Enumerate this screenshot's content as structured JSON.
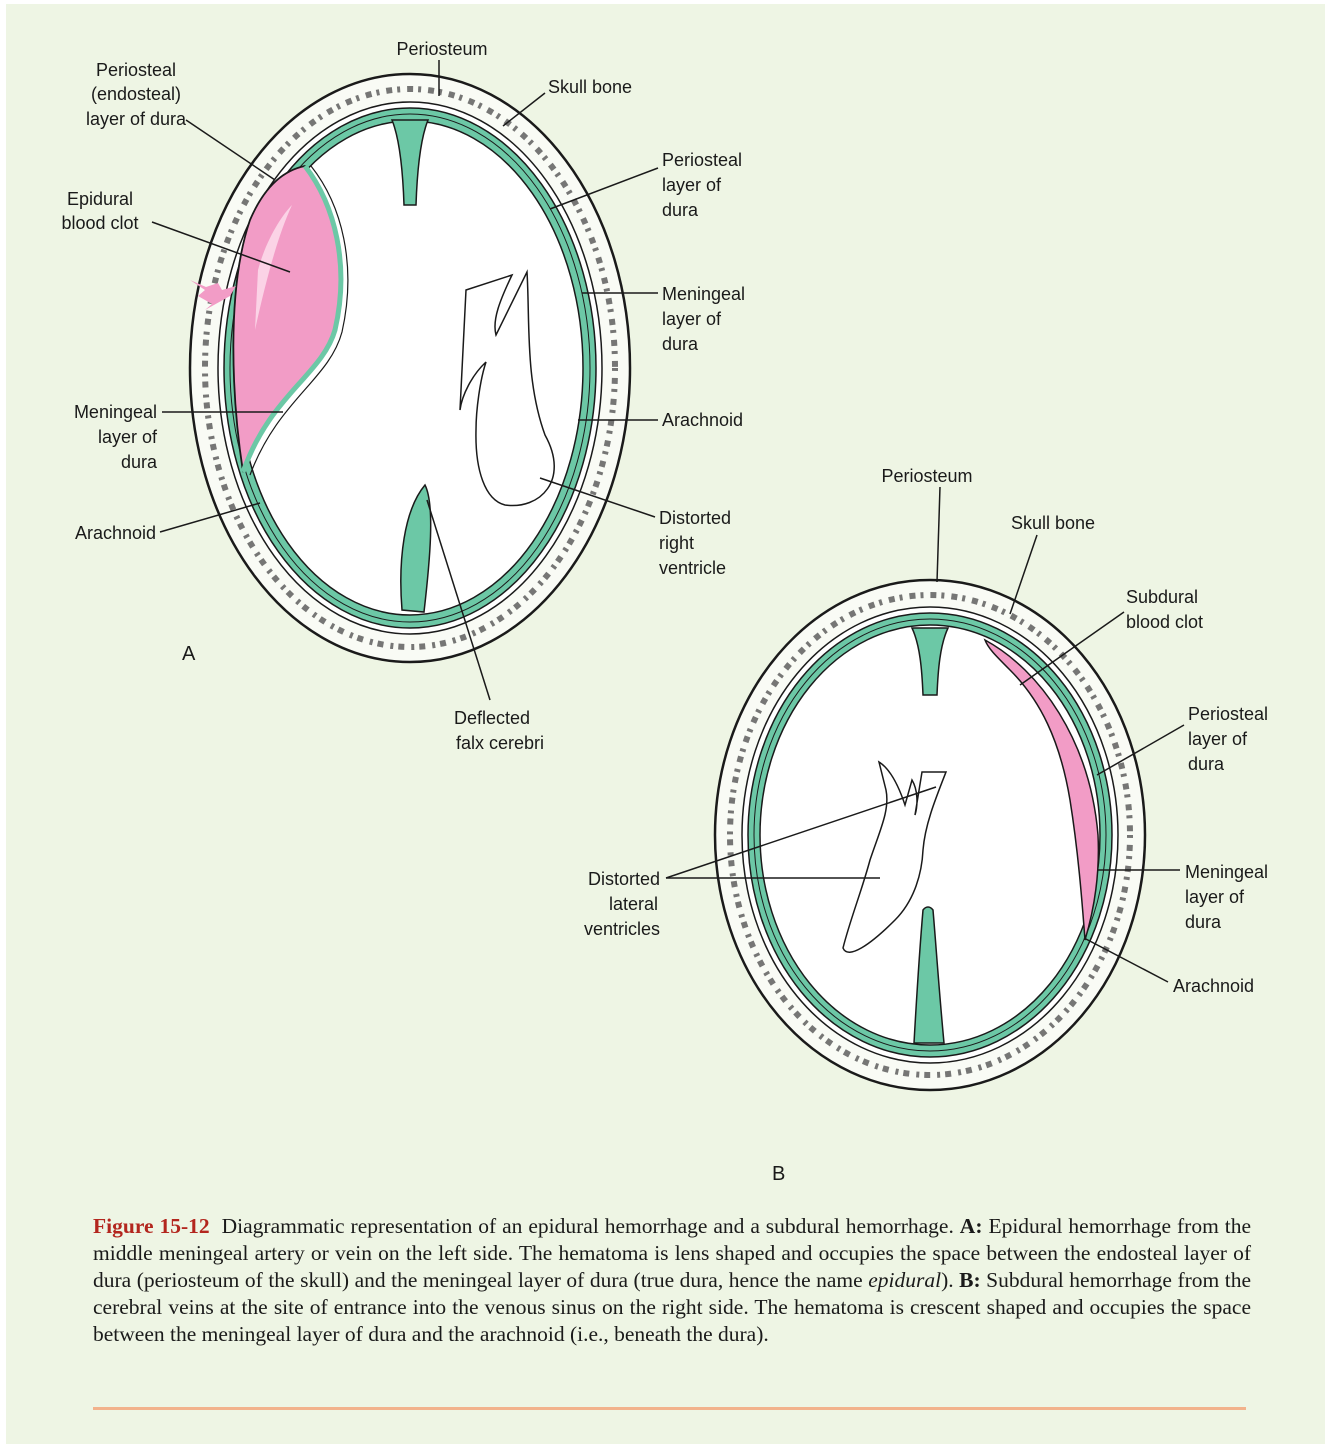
{
  "panel_a": {
    "letter": "A",
    "labels": {
      "periosteum": "Periosteum",
      "skull_bone": "Skull bone",
      "periosteal_endosteal_1": "Periosteal",
      "periosteal_endosteal_2": "(endosteal)",
      "periosteal_endosteal_3": "layer of dura",
      "epidural_1": "Epidural",
      "epidural_2": "blood clot",
      "meningeal_left_1": "Meningeal",
      "meningeal_left_2": "layer of",
      "meningeal_left_3": "dura",
      "arachnoid_left": "Arachnoid",
      "periosteal_right_1": "Periosteal",
      "periosteal_right_2": "layer of",
      "periosteal_right_3": "dura",
      "meningeal_right_1": "Meningeal",
      "meningeal_right_2": "layer of",
      "meningeal_right_3": "dura",
      "arachnoid_right": "Arachnoid",
      "ventricle_1": "Distorted",
      "ventricle_2": "right",
      "ventricle_3": "ventricle",
      "falx_1": "Deflected",
      "falx_2": "falx cerebri"
    }
  },
  "panel_b": {
    "letter": "B",
    "labels": {
      "periosteum": "Periosteum",
      "skull_bone": "Skull bone",
      "subdural_1": "Subdural",
      "subdural_2": "blood clot",
      "periosteal_1": "Periosteal",
      "periosteal_2": "layer of",
      "periosteal_3": "dura",
      "meningeal_1": "Meningeal",
      "meningeal_2": "layer of",
      "meningeal_3": "dura",
      "arachnoid": "Arachnoid",
      "ventricles_1": "Distorted",
      "ventricles_2": "lateral",
      "ventricles_3": "ventricles"
    }
  },
  "caption": {
    "figure_number": "Figure 15-12",
    "intro": "Diagrammatic representation of an epidural hemorrhage and a subdural hemorrhage.",
    "a_label": "A:",
    "a_text_1": "Epidural hemorrhage from the middle meningeal artery or vein on the left side. The hematoma is lens shaped and occupies the space between the endosteal layer of dura (periosteum of the skull) and the meningeal layer of dura (true dura, hence the name",
    "a_italic": "epidural",
    "a_text_2": ").",
    "b_label": "B:",
    "b_text": "Subdural hemorrhage from the cerebral veins at the site of entrance into the venous sinus on the right side. The hematoma is crescent shaped and occupies the space between the meningeal layer of dura and the arachnoid (i.e., beneath the dura)."
  },
  "colors": {
    "panel_background": "#eef5e4",
    "dura_green": "#6cc8a6",
    "blood_clot_pink": "#f29cc6",
    "figure_number_red": "#b3261e",
    "rule_orange": "#f2b28b"
  }
}
